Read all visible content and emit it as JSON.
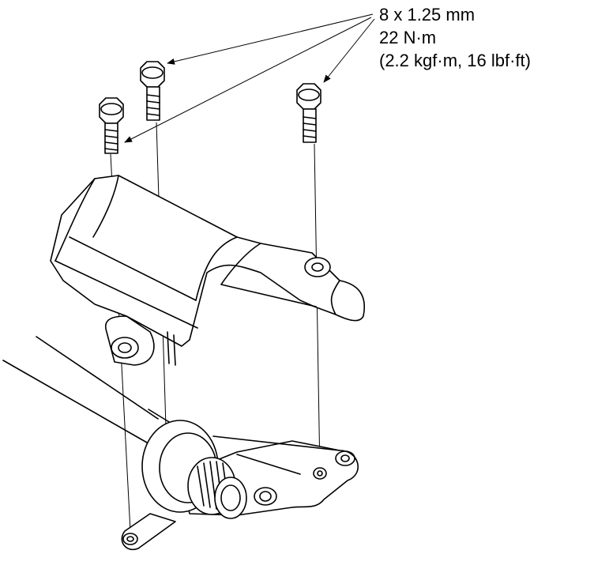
{
  "callout": {
    "line1": "8 x 1.25 mm",
    "line2": "22 N·m",
    "line3": "(2.2 kgf·m, 16 lbf·ft)"
  },
  "colors": {
    "ink": "#000000",
    "paper": "#ffffff"
  }
}
